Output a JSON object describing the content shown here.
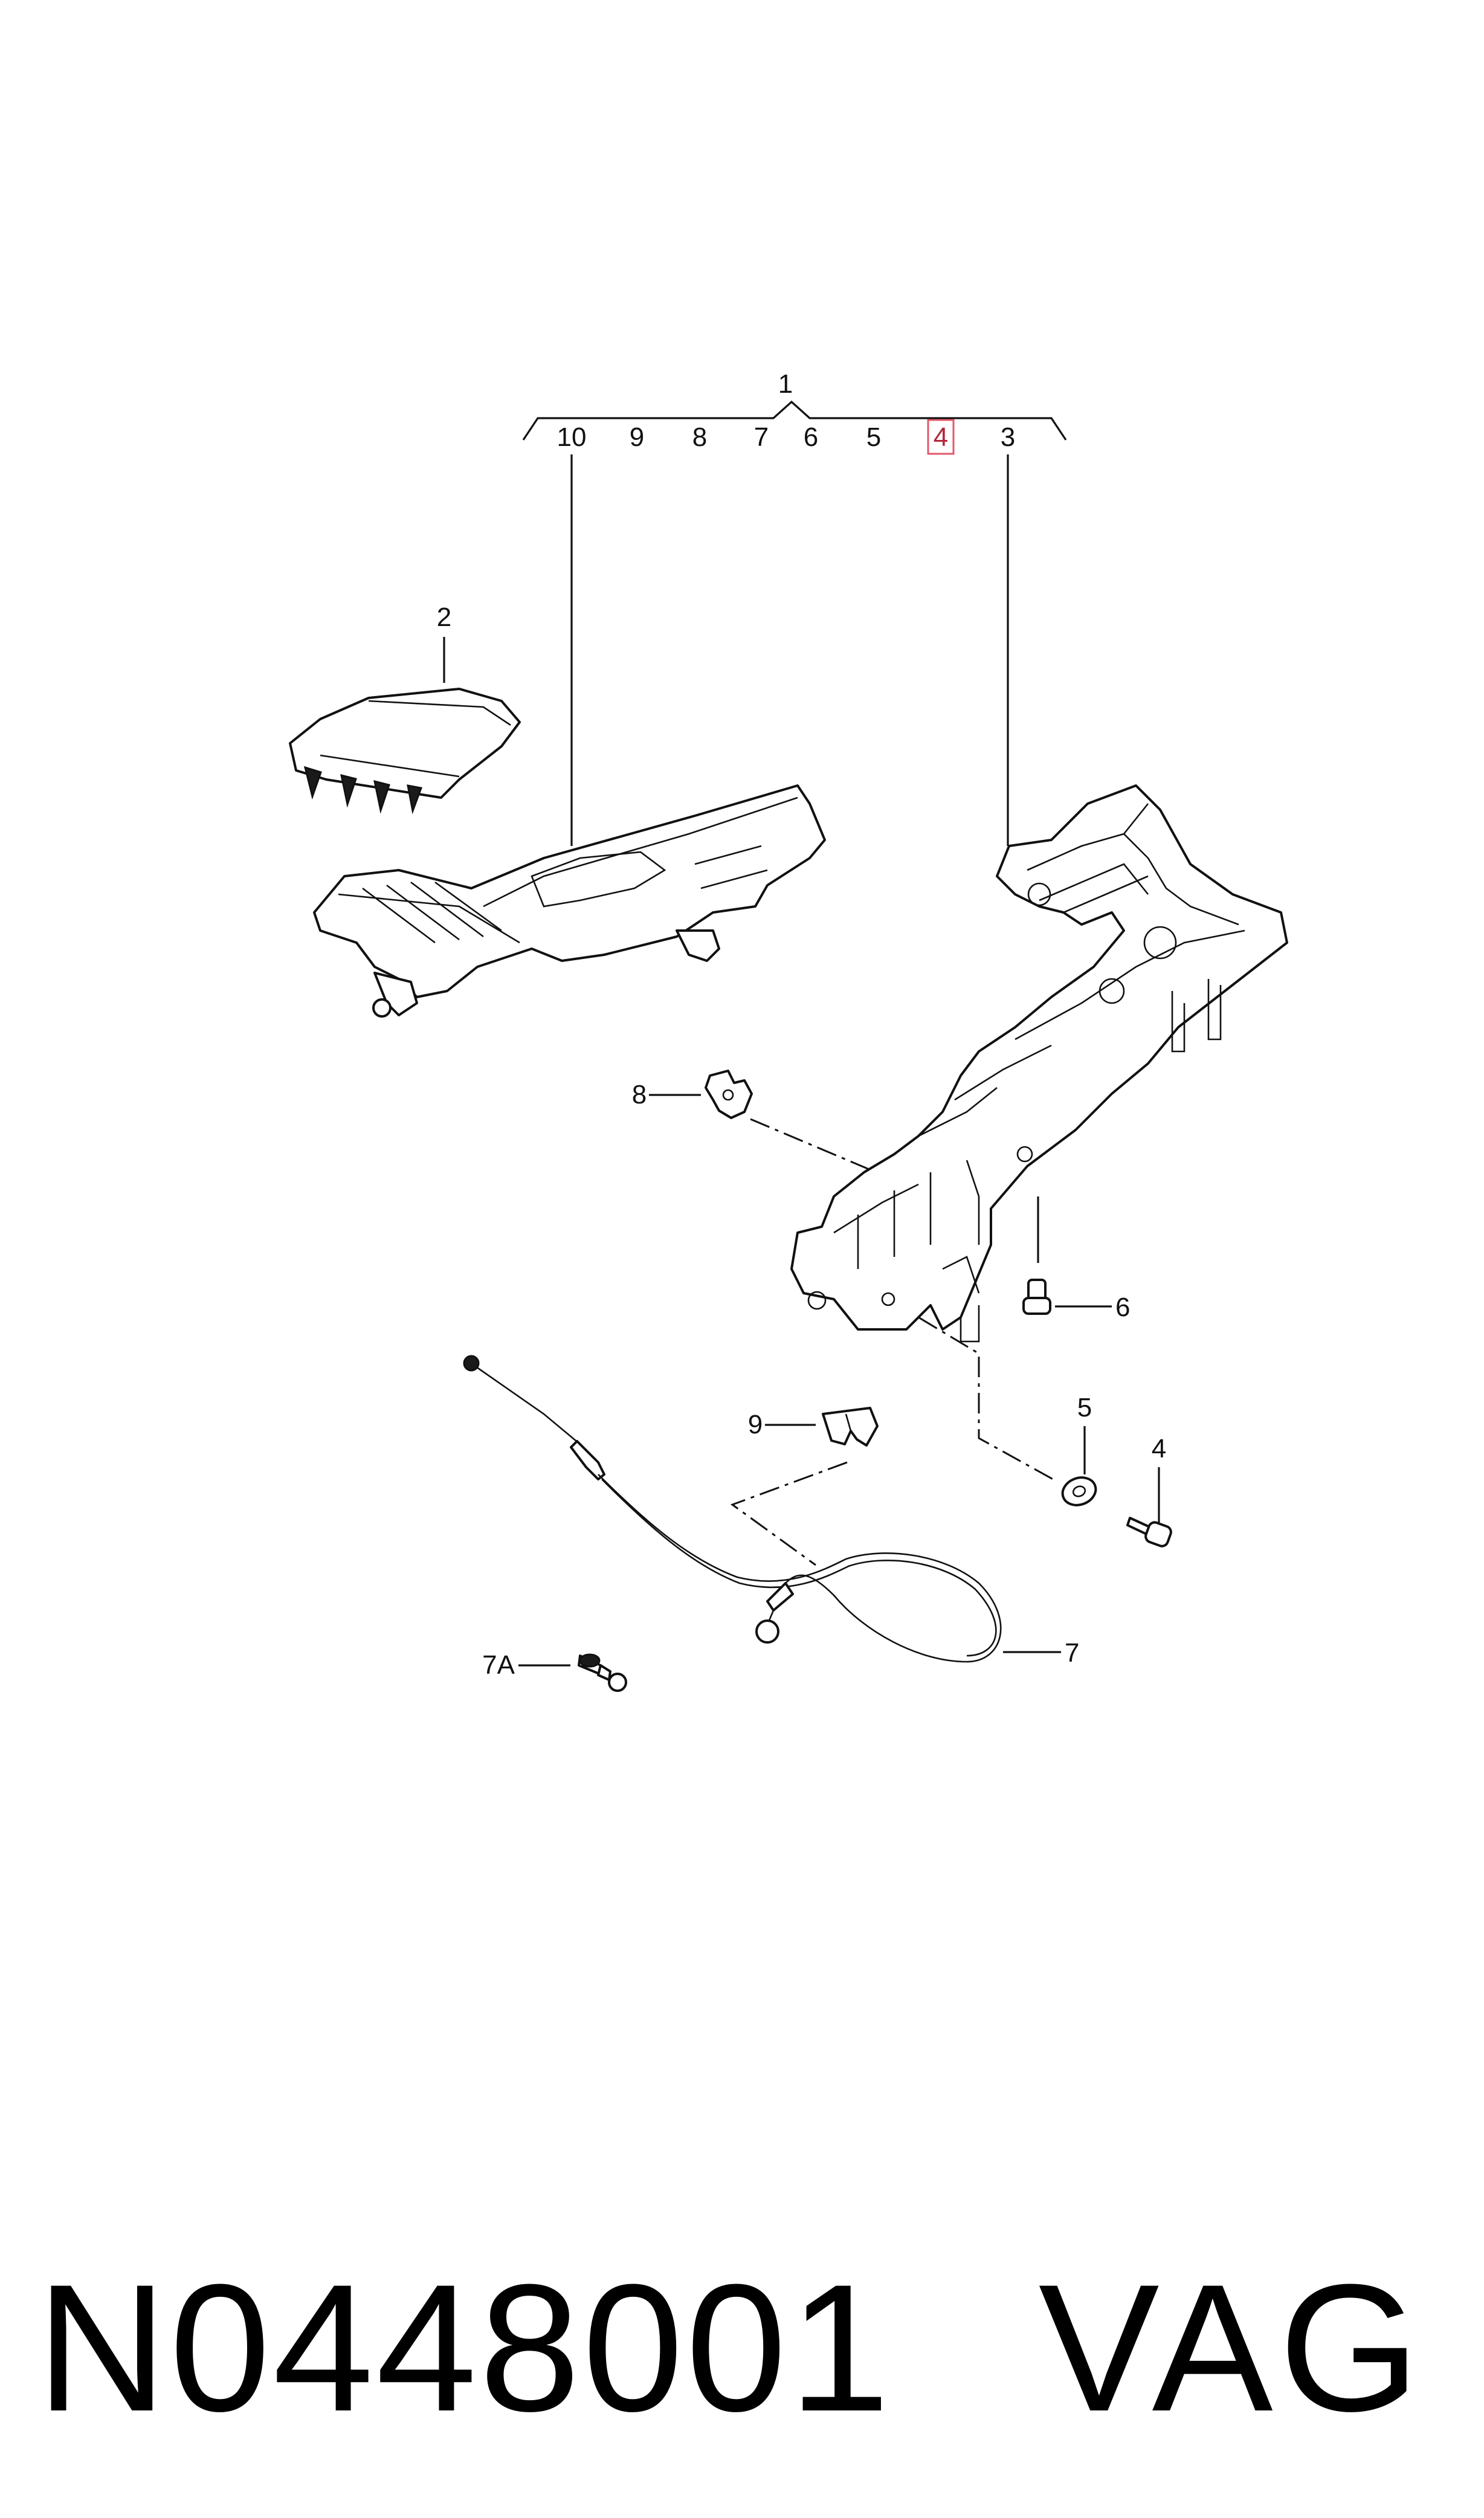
{
  "diagram": {
    "group_number": "1",
    "group_members": [
      {
        "label": "10",
        "highlighted": false
      },
      {
        "label": "9",
        "highlighted": false
      },
      {
        "label": "8",
        "highlighted": false
      },
      {
        "label": "7",
        "highlighted": false
      },
      {
        "label": "6",
        "highlighted": false
      },
      {
        "label": "5",
        "highlighted": false
      },
      {
        "label": "4",
        "highlighted": true
      },
      {
        "label": "3",
        "highlighted": false
      }
    ],
    "callouts": {
      "item2": "2",
      "item8": "8",
      "item6": "6",
      "item9": "9",
      "item5": "5",
      "item4": "4",
      "item7": "7",
      "item7a": "7A"
    },
    "colors": {
      "line": "#111111",
      "highlight_box": "#e05a6a",
      "highlight_text": "#b3283a"
    }
  },
  "footer": {
    "part_code": "N0448001",
    "brand": "VAG"
  }
}
